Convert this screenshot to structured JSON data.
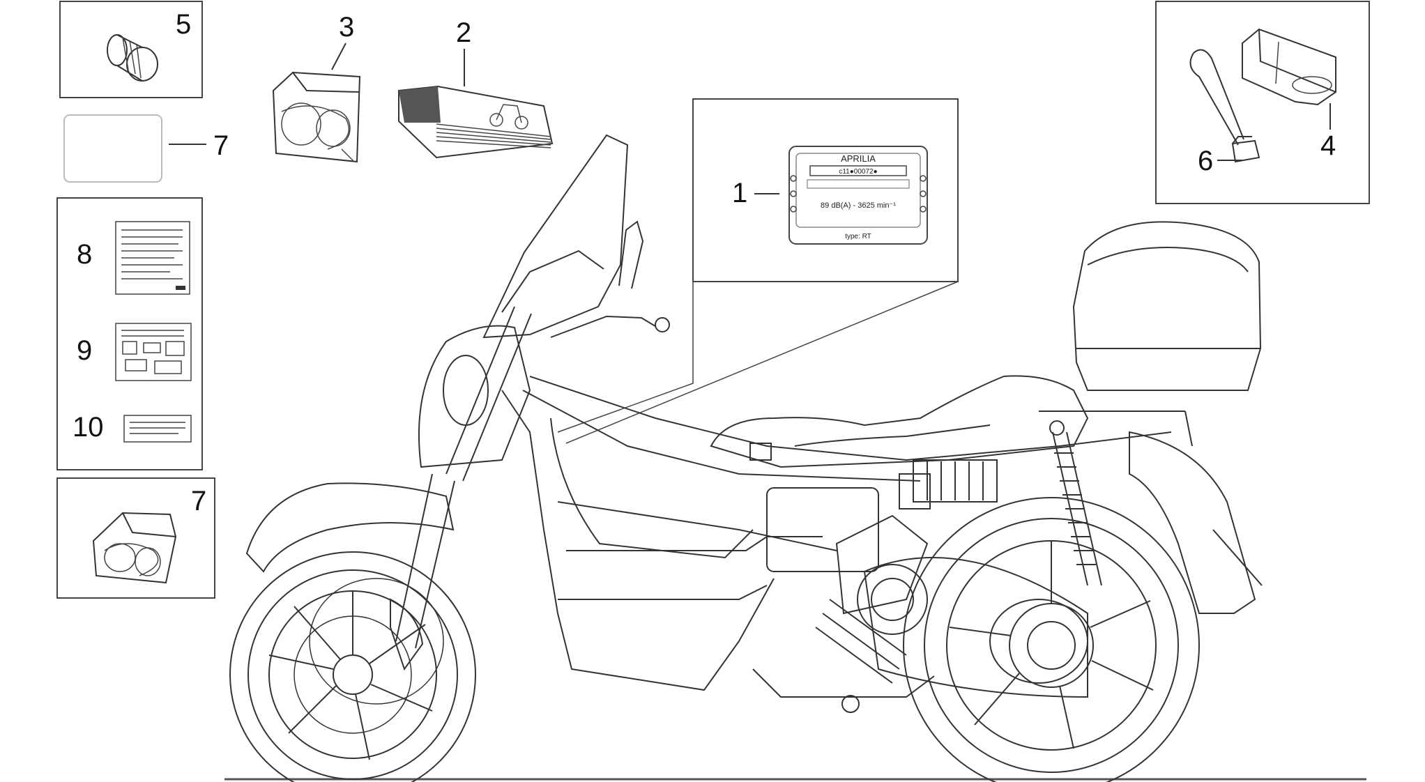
{
  "callouts": {
    "c1": "1",
    "c2": "2",
    "c3": "3",
    "c4": "4",
    "c5": "5",
    "c6": "6",
    "c7a": "7",
    "c7b": "7",
    "c8": "8",
    "c9": "9",
    "c10": "10"
  },
  "id_plate": {
    "brand": "APRILIA",
    "serial": "c11●00072●",
    "noise": "89 dB(A) - 3625 min⁻¹",
    "type": "type: RT"
  }
}
